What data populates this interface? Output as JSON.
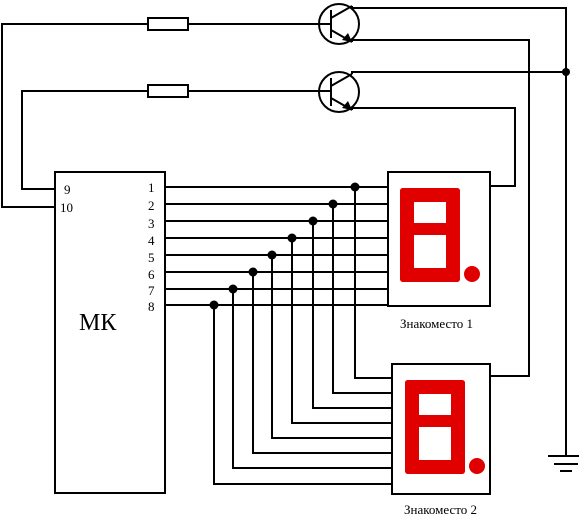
{
  "mcu": {
    "label": "МК",
    "left_pins": [
      "9",
      "10"
    ],
    "right_pins": [
      "1",
      "2",
      "3",
      "4",
      "5",
      "6",
      "7",
      "8"
    ]
  },
  "displays": [
    {
      "label": "Знакоместо 1",
      "digit": "8",
      "dp": true
    },
    {
      "label": "Знакоместо 2",
      "digit": "8",
      "dp": true
    }
  ],
  "colors": {
    "segment": "#e00000",
    "wire": "#000000"
  }
}
